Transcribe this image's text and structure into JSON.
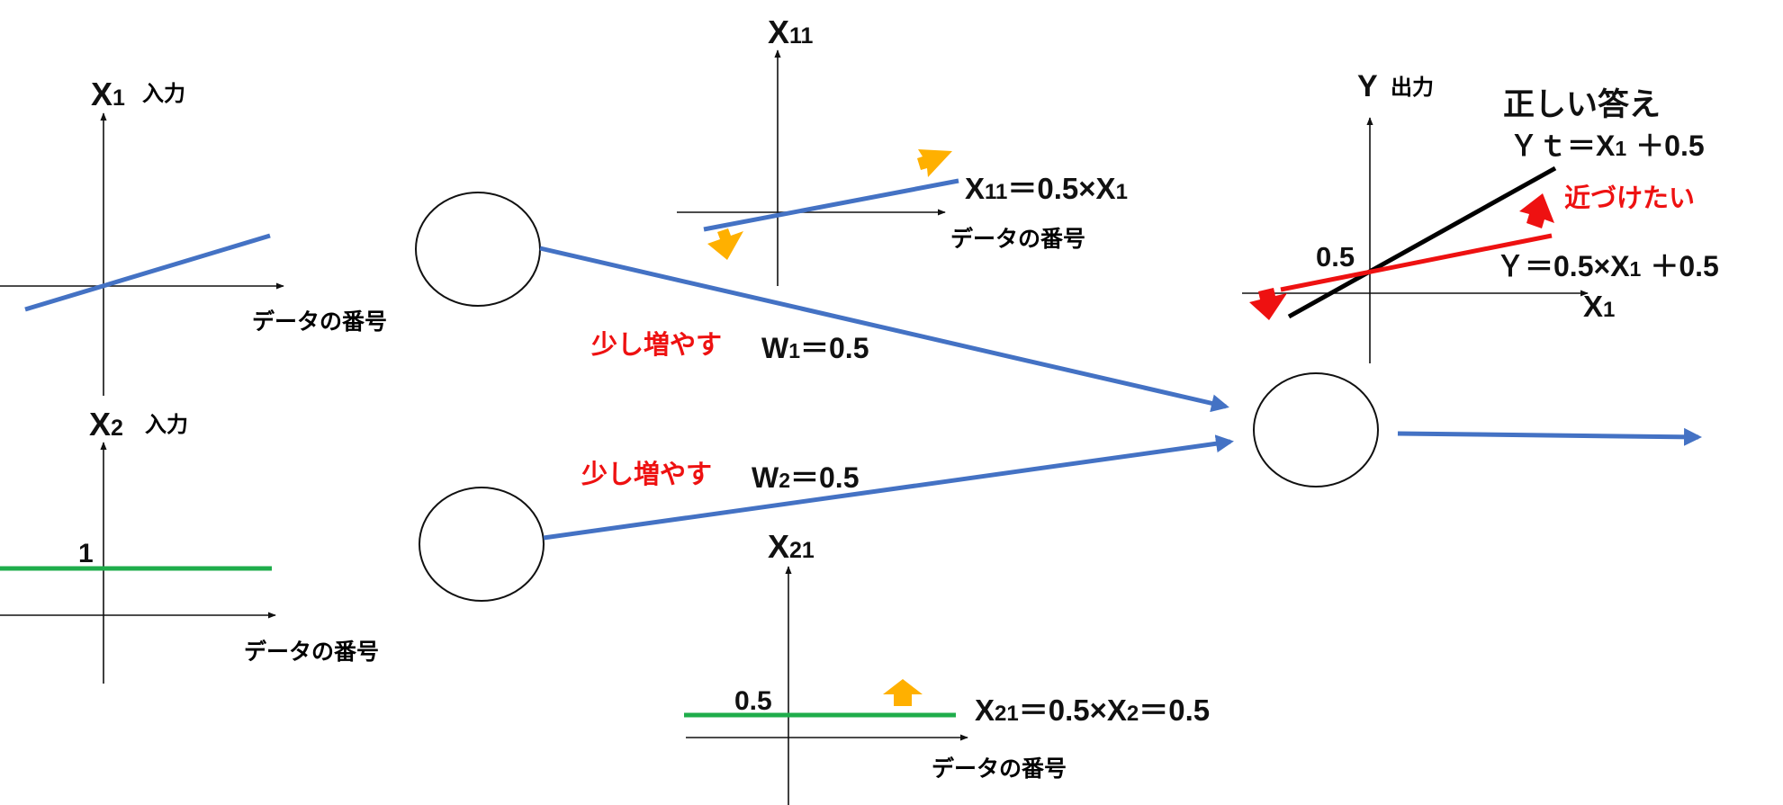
{
  "colors": {
    "signal": "#4472c4",
    "constant": "#1fad4b",
    "target": "#000000",
    "output": "#ee1111",
    "adjust_arrow": "#ffb000",
    "output_arrow": "#ee1111",
    "adjust_text": "#ee1111"
  },
  "labels": {
    "x_axis_label": "データの番号",
    "input_suffix": "入力",
    "output_suffix": "出力",
    "x1_input": {
      "sym": "X",
      "sub": "1"
    },
    "x2_input": {
      "sym": "X",
      "sub": "2"
    },
    "x2_level": "1",
    "x11_title": {
      "sym": "X",
      "sub": "11"
    },
    "x11_formula": {
      "lhs_sym": "X",
      "lhs_sub": "11",
      "mid": "＝0.5×",
      "rhs_sym": "X",
      "rhs_sub": "1"
    },
    "x21_title": {
      "sym": "X",
      "sub": "21"
    },
    "x21_level": "0.5",
    "x21_formula": {
      "lhs_sym": "X",
      "lhs_sub": "21",
      "mid": "＝0.5×",
      "rhs_sym": "X",
      "rhs_sub": "2",
      "tail": "＝0.5"
    },
    "w1": {
      "adjust": "少し増やす",
      "sym": "W",
      "sub": "1",
      "tail": "＝0.5"
    },
    "w2": {
      "adjust": "少し増やす",
      "sym": "W",
      "sub": "2",
      "tail": "＝0.5"
    },
    "y_axis": "Y",
    "x1_axis": {
      "sym": "X",
      "sub": "1"
    },
    "intercept": "0.5",
    "correct_title": "正しい答え",
    "target_formula": {
      "pre": "Ｙｔ＝",
      "sym": "X",
      "sub": "1",
      "tail": "＋0.5"
    },
    "approach": "近づけたい",
    "output_formula": {
      "pre": "Ｙ＝0.5×",
      "sym": "X",
      "sub": "1",
      "tail": "＋0.5"
    }
  }
}
